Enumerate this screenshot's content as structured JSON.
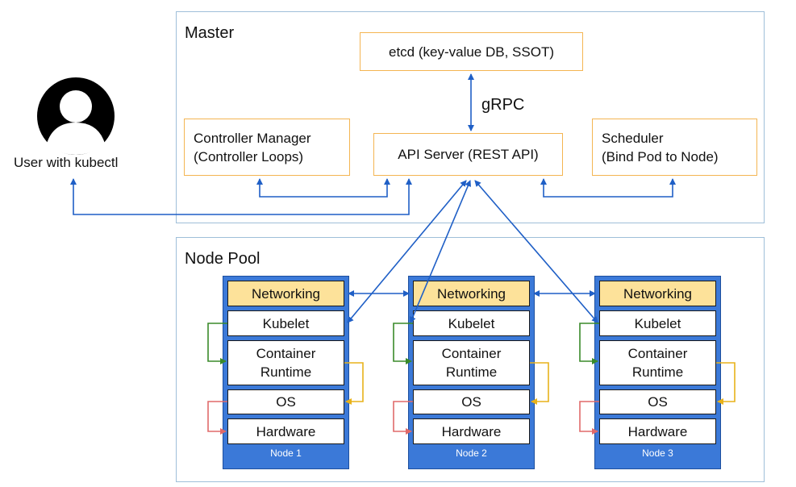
{
  "master": {
    "title": "Master",
    "etcd": "etcd (key-value DB, SSOT)",
    "grpc": "gRPC",
    "controller": "Controller Manager\n(Controller Loops)",
    "api": "API Server (REST API)",
    "scheduler": "Scheduler\n(Bind Pod to Node)"
  },
  "user": {
    "label": "User with kubectl",
    "icon": "user-avatar-icon"
  },
  "pool": {
    "title": "Node Pool",
    "layers": {
      "networking": "Networking",
      "kubelet": "Kubelet",
      "runtime": "Container\nRuntime",
      "os": "OS",
      "hardware": "Hardware"
    },
    "nodes": [
      "Node 1",
      "Node 2",
      "Node 3"
    ]
  },
  "colors": {
    "region_border": "#9fbfd9",
    "component_border": "#f4b552",
    "arrow_blue": "#1f5fc6",
    "node_fill": "#3b79d8",
    "networking_fill": "#fde29a",
    "loop_green": "#3a8a2a",
    "loop_yellow": "#e8b21a",
    "loop_red": "#e06a6a"
  }
}
